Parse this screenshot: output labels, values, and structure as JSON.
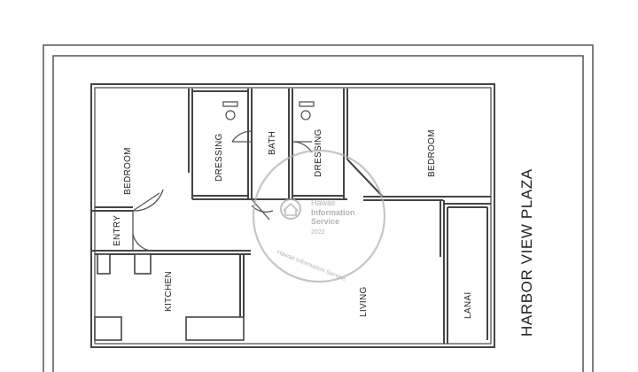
{
  "plan": {
    "title": "HARBOR VIEW PLAZA",
    "rooms": {
      "bedroom_left": "BEDROOM",
      "dressing_left": "DRESSING",
      "bath": "BATH",
      "dressing_right": "DRESSING",
      "bedroom_right": "BEDROOM",
      "entry": "ENTRY",
      "kitchen": "KITCHEN",
      "living": "LIVING",
      "lanai": "LANAI"
    }
  },
  "watermark": {
    "line1": "Hawaii",
    "line2": "Information",
    "line3": "Service",
    "year": "2022",
    "arc_text": "Hawaii Information Service"
  }
}
